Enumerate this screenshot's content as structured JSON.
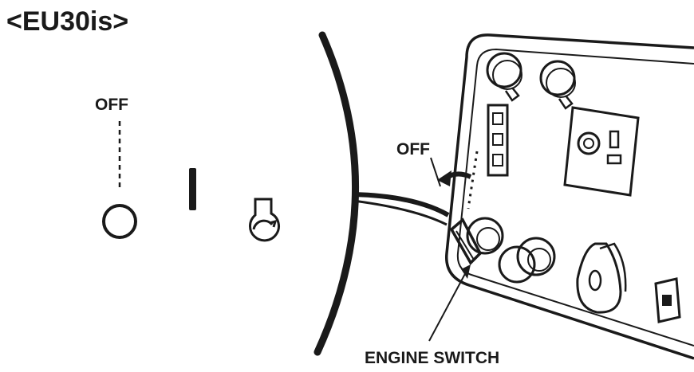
{
  "header": {
    "model_label": "<EU30is>"
  },
  "switch_positions": {
    "off_label": "OFF",
    "on_symbol": "on-bar-icon",
    "start_symbol": "start-rotation-icon",
    "off_symbol": "off-circle-icon"
  },
  "callouts": {
    "off_label": "OFF",
    "engine_switch_label": "ENGINE SWITCH"
  },
  "colors": {
    "ink": "#1a1a1a",
    "background": "#ffffff"
  }
}
